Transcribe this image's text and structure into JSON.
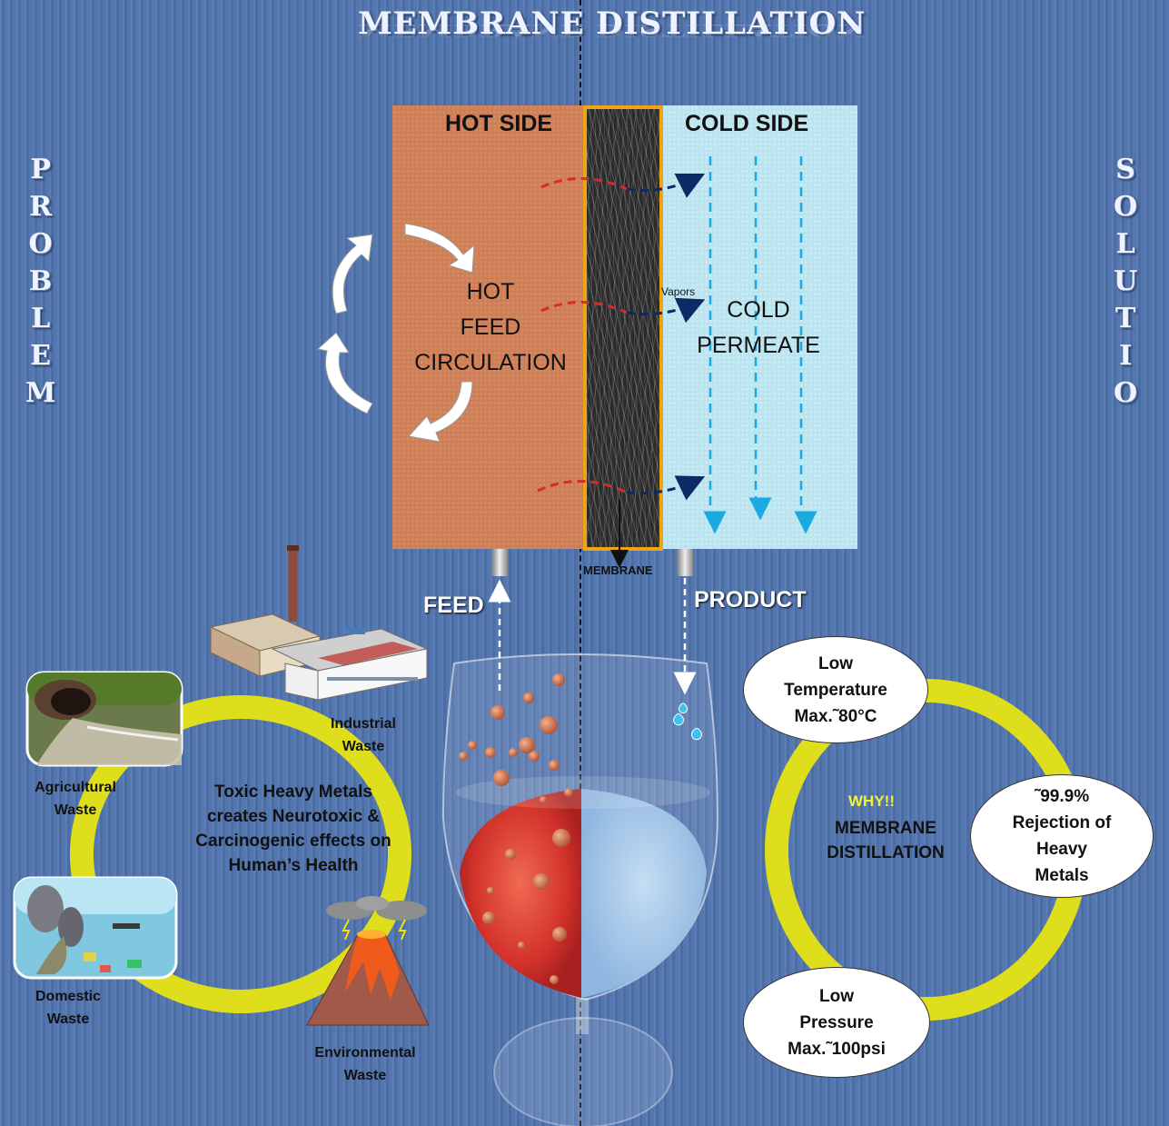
{
  "title": {
    "left": "MEMBRANE",
    "right": "DISTILLATION"
  },
  "left_vertical": [
    "P",
    "R",
    "O",
    "B",
    "L",
    "E",
    "M"
  ],
  "right_vertical": [
    "S",
    "O",
    "L",
    "U",
    "T",
    "I",
    "O"
  ],
  "module": {
    "hot_side": "HOT SIDE",
    "cold_side": "COLD SIDE",
    "hot_feed_lines": [
      "HOT",
      "FEED",
      "CIRCULATION"
    ],
    "cold_permeate_lines": [
      "COLD",
      "PERMEATE"
    ],
    "vapors": "Vapors",
    "membrane": "MEMBRANE",
    "feed": "FEED",
    "product": "PRODUCT"
  },
  "problem": {
    "industrial": [
      "Industrial",
      "Waste"
    ],
    "agricultural": [
      "Agricultural",
      "Waste"
    ],
    "domestic": [
      "Domestic",
      "Waste"
    ],
    "environmental": [
      "Environmental",
      "Waste"
    ],
    "center": [
      "Toxic Heavy Metals",
      "creates Neurotoxic &",
      "Carcinogenic effects on",
      "Human’s Health"
    ]
  },
  "solution": {
    "why": "WHY!!",
    "md_lines": [
      "MEMBRANE",
      "DISTILLATION"
    ],
    "temperature": [
      "Low",
      "Temperature",
      "Max.˜80°C"
    ],
    "rejection": [
      "˜99.9%",
      "Rejection of",
      "Heavy",
      "Metals"
    ],
    "pressure": [
      "Low",
      "Pressure",
      "Max.˜100psi"
    ]
  },
  "colors": {
    "background": "#4f73ad",
    "hot_panel": "#cf7f55",
    "cold_panel": "#b9e4f0",
    "membrane_frame": "#f0a410",
    "ring": "#dede1c",
    "why": "#f2f23a"
  },
  "icons": [
    "factory-icon",
    "drain-pipe-icon",
    "polluted-ocean-icon",
    "volcano-icon",
    "wine-glass-icon"
  ]
}
